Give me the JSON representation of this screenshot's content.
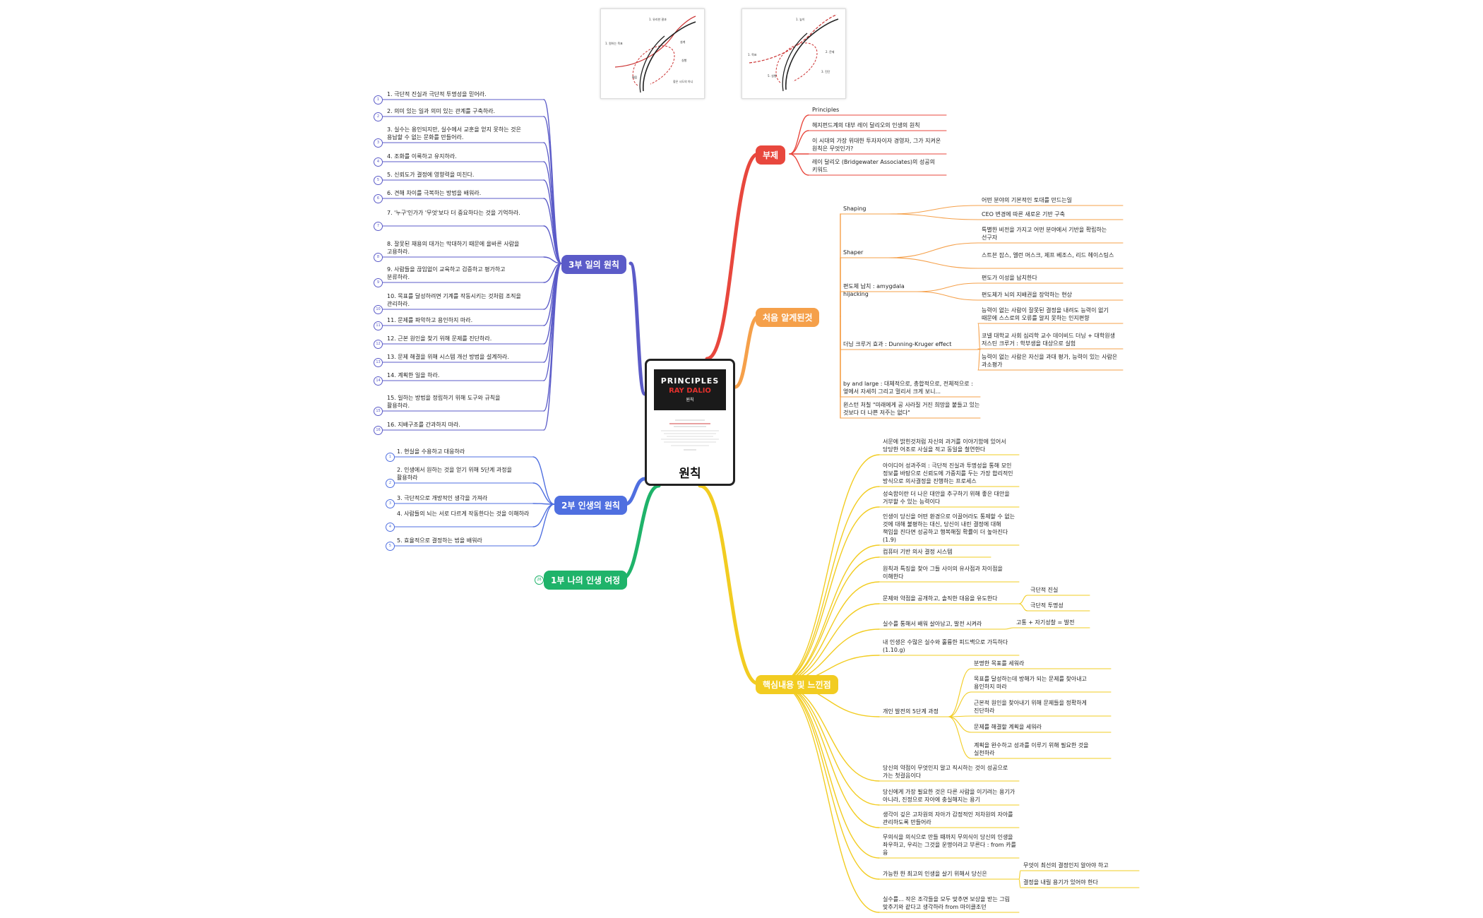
{
  "central": {
    "cover_title": "PRINCIPLES",
    "cover_author": "RAY DALIO",
    "cover_subtitle": "원칙",
    "label": "원칙"
  },
  "colors": {
    "part3": "#5b5bc8",
    "part2": "#4f6fe0",
    "part1": "#1fb36a",
    "subtitle": "#e8473d",
    "first": "#f5a04a",
    "core": "#f2cc21"
  },
  "branches": {
    "part3": {
      "label": "3부 일의 원칙",
      "items": [
        {
          "num": "1",
          "text": "1. 극단적 진실과 극단적 투명성을 믿어라."
        },
        {
          "num": "2",
          "text": "2. 의미 있는 일과 의미 있는 관계를 구축하라."
        },
        {
          "num": "3",
          "text": "3. 실수는 용인되지만, 실수에서 교훈을 얻지 못하는 것은 용납할 수 없는 문화를 만들어라."
        },
        {
          "num": "4",
          "text": "4. 조화를 이룩하고 유지하라."
        },
        {
          "num": "5",
          "text": "5. 신뢰도가 결정에 영향력을 미친다."
        },
        {
          "num": "6",
          "text": "6. 견해 차이를 극복하는 방법을 배워라."
        },
        {
          "num": "7",
          "text": "7. '누구'인가가 '무엇'보다 더 중요하다는 것을 기억하라."
        },
        {
          "num": "8",
          "text": "8. 잘못된 채용의 대가는 막대하기 때문에 올바른 사람을 고용하라."
        },
        {
          "num": "9",
          "text": "9. 사람들을 끊임없이 교육하고 검증하고 평가하고 분류하라."
        },
        {
          "num": "10",
          "text": "10. 목표를 달성하려면 기계를 작동시키는 것처럼 조직을 관리하라."
        },
        {
          "num": "11",
          "text": "11. 문제를 파악하고 용인하지 마라."
        },
        {
          "num": "12",
          "text": "12. 근본 원인을 찾기 위해 문제를 진단하라."
        },
        {
          "num": "13",
          "text": "13. 문제 해결을 위해 시스템 개선 방법을 설계하라."
        },
        {
          "num": "14",
          "text": "14. 계획한 일을 하라."
        },
        {
          "num": "15",
          "text": "15. 일하는 방법을 정립하기 위해 도구와 규칙을 활용하라."
        },
        {
          "num": "16",
          "text": "16. 지배구조를 간과하지 마라."
        }
      ]
    },
    "part2": {
      "label": "2부 인생의 원칙",
      "items": [
        {
          "num": "1",
          "text": "1. 현실을 수용하고 대응하라"
        },
        {
          "num": "2",
          "text": "2. 인생에서 원하는 것을 얻기 위해 5단계 과정을 활용하라"
        },
        {
          "num": "3",
          "text": "3. 극단적으로 개방적인 생각을 가져라"
        },
        {
          "num": "4",
          "text": "4. 사람들의 뇌는 서로 다르게 작동한다는 것을 이해하라"
        },
        {
          "num": "5",
          "text": "5. 효율적으로 결정하는 법을 배워라"
        }
      ]
    },
    "part1": {
      "label": "1부 나의 인생 여정",
      "num": "26"
    },
    "subtitle": {
      "label": "부제",
      "items": [
        "Principles",
        "헤지펀드계의 대부 레이 달리오의 인생의 원칙",
        "이 시대의 가장 위대한 투자자이자 경영자, 그가 지켜온 원칙은 무엇인가?",
        "레이 달리오 (Bridgewater Associates)의 성공의 키워드"
      ]
    },
    "first": {
      "label": "처음 알게된것",
      "groups": [
        {
          "label": "Shaping",
          "children": [
            "어떤 분야의 기본적인 토대를 만드는일",
            "CEO 변경에 따른 새로운 기반 구축"
          ]
        },
        {
          "label": "Shaper",
          "children": [
            "특별한 비전을 가지고 어떤 분야에서 기반을 확립하는 선구자",
            "스트븐 잡스, 엘런 머스크, 제프 베조스, 리드 헤이스팅스"
          ]
        },
        {
          "label": "편도체 납치 : amygdala hijacking",
          "children": [
            "편도가 이성을 납치한다",
            "편도체가 뇌의 지배권을 장악하는 현상"
          ]
        },
        {
          "label": "더닝 크루거 효과 : Dunning-Kruger effect",
          "children": [
            "능력이 없는 사람이 잘못된 결정을 내려도 능력이 없기 때문에 스스로의 오류를 알지 못하는 인지편향",
            "코넬 대학교 사회 심리학 교수 데이비드 더닝 + 대학원생 저스틴 크루거 : 학부생을 대상으로 실험",
            "능력이 없는 사람은 자신을 과대 평가, 능력이 있는 사람은 과소평가"
          ]
        },
        {
          "label": "by and large : 대체적으로, 총합적으로, 전체적으로 : 옆에서 자세히 그리고 멀리서 크게 보니...",
          "children": []
        },
        {
          "label": "윈스턴 처칠 \"미래에게 공 사라질 거진 희망을 붙들고 있는 것보다 더 나쁜 저주는 없다\"",
          "children": []
        }
      ]
    },
    "core": {
      "label": "핵심내용 및 느낀점",
      "groups": [
        {
          "label": "서문에 밝힌것처럼 자신의 과거를 이야기함에 있어서 당당한 어조로 사실을 적고 동일을 철연한다",
          "children": []
        },
        {
          "label": "아이디어 성과주의 : 극단적 진실과 투명성을 통해 모인 정보를 바탕으로 신뢰도에 가중치를 두는 가장 합리적인 방식으로 의사결정을 진행하는 프로세스",
          "children": []
        },
        {
          "label": "성숙함이란 더 나은 대안을 추구하기 위해 좋은 대안을 거부할 수 있는 능력이다",
          "children": []
        },
        {
          "label": "인생이 당신을 어떤 환경으로 이끌어라도 통제할 수 없는 것에 대해 불평하는 대신, 당신이 내린 결정에 대해 책임을 진다면 성공하고 행복해질 확률이 더 높아진다 (1.9)",
          "children": []
        },
        {
          "label": "컴퓨터 기반 의사 결정 시스템",
          "children": []
        },
        {
          "label": "원칙과 특징을 찾아 그들 사이의 유사점과 차이점을 이해한다",
          "children": []
        },
        {
          "label": "문제와 약점을 공개하고, 솔직한 대응을 유도한다",
          "children": [
            "극단적 진실",
            "극단적 투명성"
          ]
        },
        {
          "label": "실수를 통해서 배워 살아남고, 발전 시켜라",
          "children": [
            "고통 + 자기성찰 = 발전"
          ]
        },
        {
          "label": "내 인생은 수많은 실수와 훌륭한 피드백으로 가득하다 (1.10.g)",
          "children": []
        },
        {
          "label": "개인 발전의 5단계 과정",
          "children": [
            "분명한 목표를 세워라",
            "목표를 달성하는데 방해가 되는 문제를 찾아내고 용인하지 마라",
            "근본적 원인을 찾아내기 위해 문제들을 정확하게 진단하라",
            "문제를 해결할 계획을 세워라",
            "계획을 완수하고 성과를 이루기 위해 필요한 것을 실천하라"
          ]
        },
        {
          "label": "당신의 약점이 무엇인지 알고 직시하는 것이 성공으로 가는 첫걸음이다",
          "children": []
        },
        {
          "label": "당신에게 가장 필요한 것은 다른 사람을 이기려는 용기가 아니라, 진정으로 자아에 충실해지는 용기",
          "children": []
        },
        {
          "label": "생각이 깊은 고차원의 자아가 감정적인 저차원의 자아를 관리하도록 만들어라",
          "children": []
        },
        {
          "label": "무의식을 의식으로 만들 때까지 무의식이 당신의 인생을 좌우하고, 우리는 그것을 운명이라고 부른다 : from 카를 융",
          "children": []
        },
        {
          "label": "가능한 한 최고의 인생을 살기 위해서 당신은",
          "children": [
            "무엇이 최선의 결정인지 알아야 하고",
            "결정을 내릴 용기가 있어야 한다"
          ]
        },
        {
          "label": "실수를... 작은 조각들을 모두 맞추면 보상을 받는 그림 맞추기와 같다고 생각하라 from 마이클조던",
          "children": []
        }
      ]
    }
  },
  "thumbnails": {
    "left": {
      "top": "1. 유리한 결과",
      "left": "1. 원하는 목표",
      "right": "설계",
      "bottom_left": "배움",
      "bottom_right": "좋은 시도의 아니",
      "mid_right": "실행"
    },
    "right": {
      "top": "1. 높이",
      "left": "1. 목표",
      "right": "2. 문제",
      "mid_right": "3. 진단",
      "bottom_left": "5. 실행"
    }
  }
}
